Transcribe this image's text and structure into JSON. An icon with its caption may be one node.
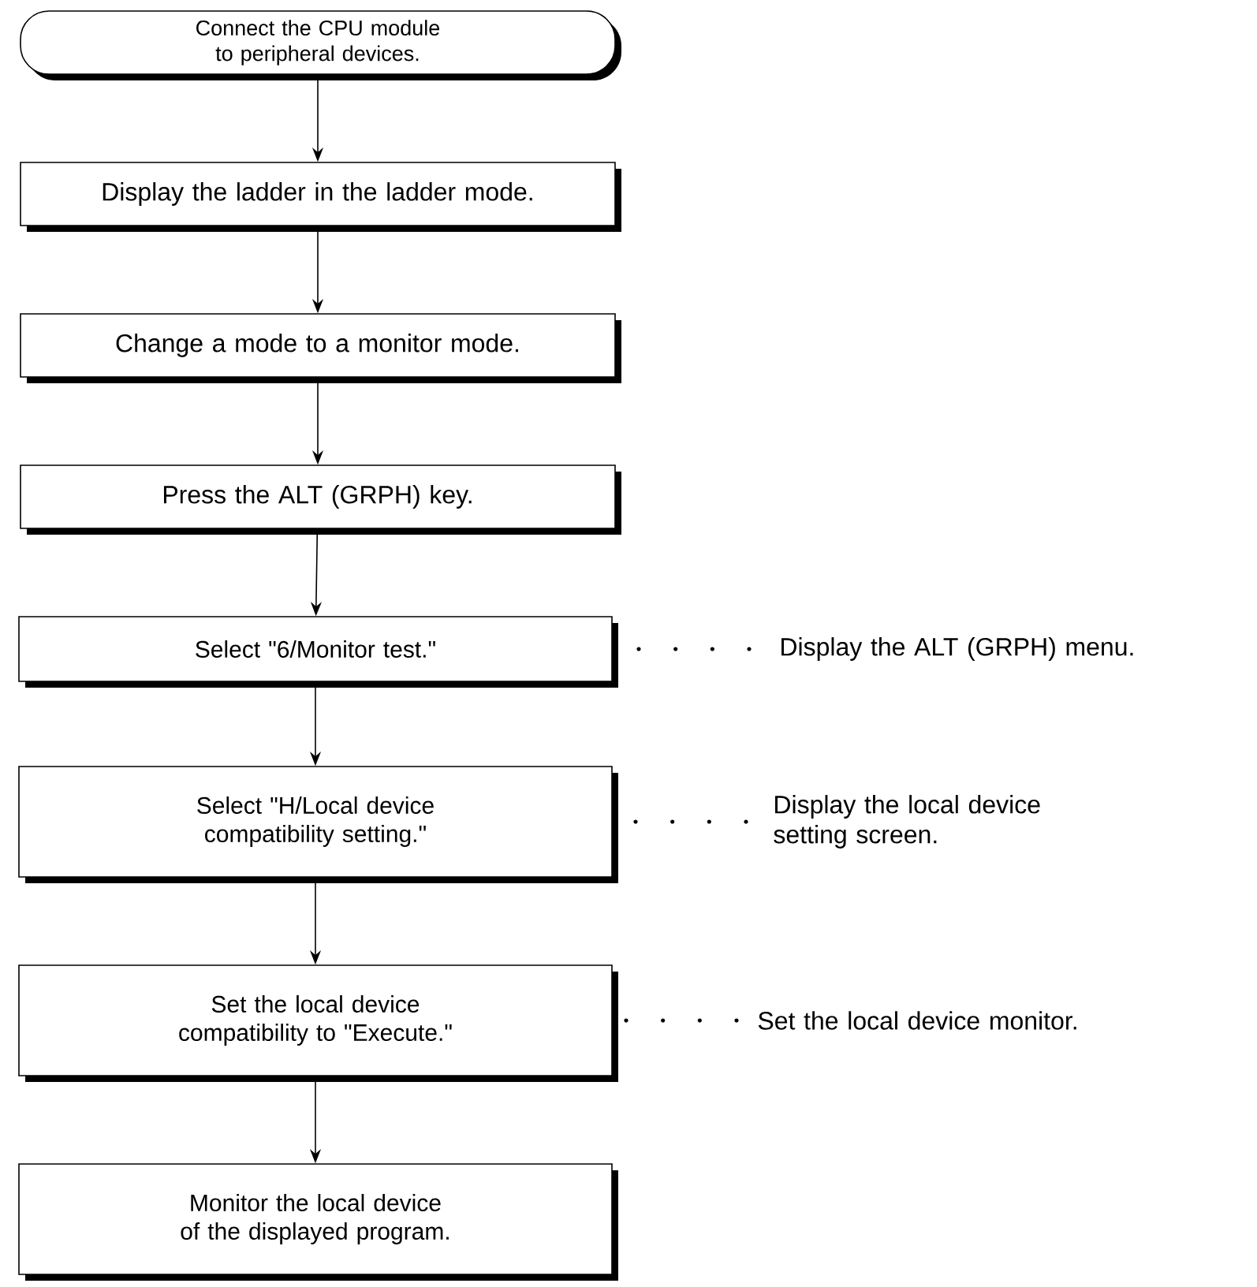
{
  "diagram": {
    "nodes": [
      {
        "text": [
          "Connect the CPU module to peripheral devices."
        ]
      },
      {
        "text": [
          "Display the ladder in the ladder mode."
        ]
      },
      {
        "text": [
          "Change a mode to a monitor mode."
        ]
      },
      {
        "text": [
          "Press the ALT (GRPH) key."
        ]
      },
      {
        "text": [
          "Select \"6/Monitor test.\""
        ]
      },
      {
        "text": [
          "Select \"H/Local device compatibility setting.\""
        ]
      },
      {
        "text": [
          "Set the local device compatibility to \"Execute.\""
        ]
      },
      {
        "text": [
          "Monitor the local device of the displayed program."
        ]
      }
    ],
    "edges": [
      {
        "from": 0,
        "to": 1,
        "arrow": "to"
      },
      {
        "from": 1,
        "to": 2,
        "arrow": "to"
      },
      {
        "from": 2,
        "to": 3,
        "arrow": "to"
      },
      {
        "from": 3,
        "to": 4,
        "arrow": "to"
      },
      {
        "from": 4,
        "to": 5,
        "arrow": "to"
      },
      {
        "from": 5,
        "to": 6,
        "arrow": "to"
      },
      {
        "from": 6,
        "to": 7,
        "arrow": "to"
      }
    ],
    "labels": [
      "Display the ALT (GRPH) menu.",
      "Display the local device setting screen.",
      "Set the local device monitor."
    ]
  }
}
